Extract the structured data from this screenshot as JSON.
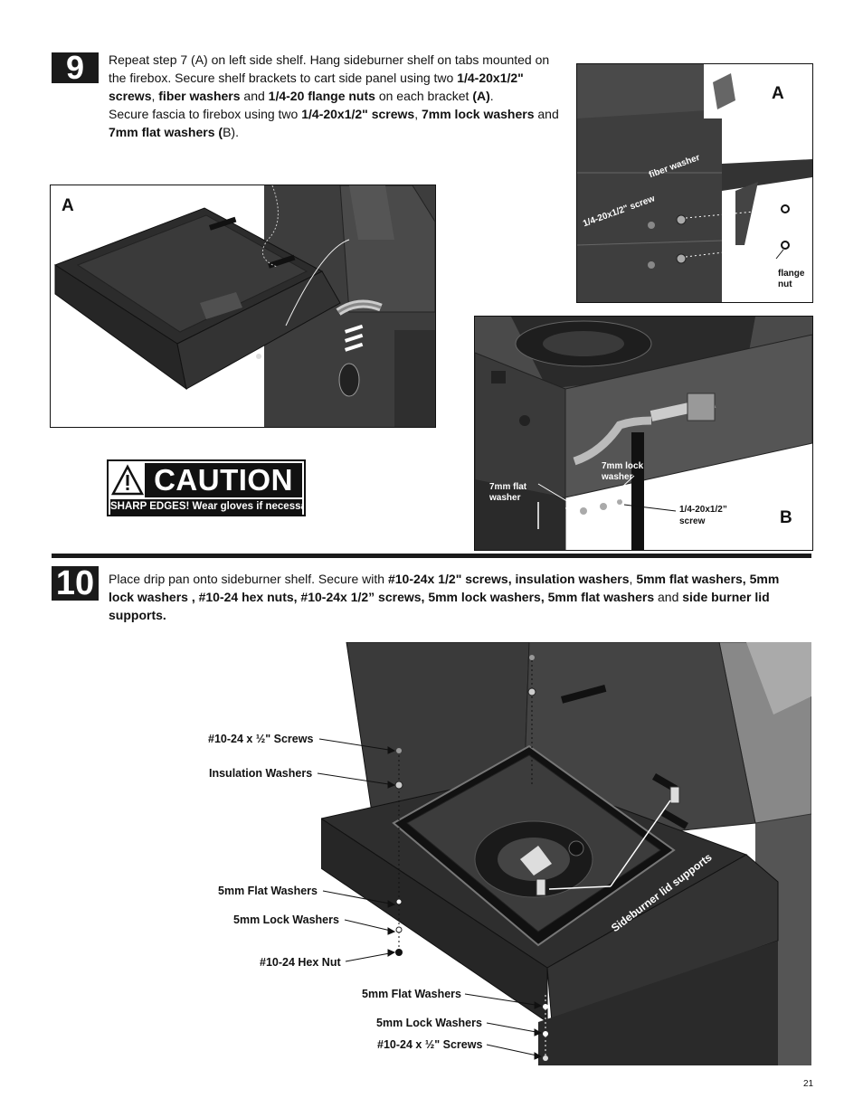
{
  "step9": {
    "number": "9",
    "text_lines": [
      [
        {
          "t": "Repeat step 7 (A) on left side shelf. Hang sideburner shelf on tabs mounted on",
          "b": false
        }
      ],
      [
        {
          "t": "the firebox.  Secure shelf brackets to cart side panel using two ",
          "b": false
        },
        {
          "t": "1/4-20x1/2\"",
          "b": true
        }
      ],
      [
        {
          "t": "screws",
          "b": true
        },
        {
          "t": ", ",
          "b": false
        },
        {
          "t": "fiber washers",
          "b": true
        },
        {
          "t": " and ",
          "b": false
        },
        {
          "t": "1/4-20 flange nuts",
          "b": true
        },
        {
          "t": " on each bracket ",
          "b": false
        },
        {
          "t": "(A)",
          "b": true
        },
        {
          "t": ".",
          "b": false
        }
      ],
      [
        {
          "t": "Secure fascia to firebox using two ",
          "b": false
        },
        {
          "t": "1/4-20x1/2\" screws",
          "b": true
        },
        {
          "t": ", ",
          "b": false
        },
        {
          "t": "7mm lock washers",
          "b": true
        },
        {
          "t": " and",
          "b": false
        }
      ],
      [
        {
          "t": "7mm flat washers (",
          "b": true
        },
        {
          "t": "B).",
          "b": false
        }
      ]
    ],
    "figure_a_left": {
      "letter": "A"
    },
    "figure_a_right": {
      "letter": "A",
      "fiber_washer": "fiber washer",
      "screw": "1/4-20x1/2\" screw",
      "flange_nut_1": "flange",
      "flange_nut_2": "nut"
    },
    "figure_b": {
      "letter": "B",
      "lock_washer_1": "7mm lock",
      "lock_washer_2": "washer",
      "flat_washer_1": "7mm flat",
      "flat_washer_2": "washer",
      "screw_1": "1/4-20x1/2”",
      "screw_2": "screw"
    },
    "caution": {
      "title": "CAUTION",
      "message": "SHARP EDGES! Wear gloves if necessary."
    }
  },
  "step10": {
    "number": "10",
    "text_lines": [
      [
        {
          "t": "Place drip pan onto sideburner shelf.  Secure with  ",
          "b": false
        },
        {
          "t": "#10-24x 1/2\" screws, insulation washers",
          "b": true
        },
        {
          "t": ", ",
          "b": false
        },
        {
          "t": "5mm flat washers, 5mm",
          "b": true
        }
      ],
      [
        {
          "t": "lock washers , #10-24 hex nuts,  #10-24x 1/2” screws, 5mm lock washers, 5mm flat washers",
          "b": true
        },
        {
          "t": " and ",
          "b": false
        },
        {
          "t": "side burner lid",
          "b": true
        }
      ],
      [
        {
          "t": "supports.",
          "b": true
        }
      ]
    ],
    "callouts": {
      "screws_top": "#10-24 x ½\" Screws",
      "insulation_washers": "Insulation Washers",
      "flat_washers_left": "5mm Flat Washers",
      "lock_washers_left": "5mm Lock Washers",
      "hex_nut": "#10-24 Hex Nut",
      "flat_washers_bottom": "5mm Flat Washers",
      "lock_washers_bottom": "5mm Lock Washers",
      "screws_bottom": "#10-24 x ½\" Screws",
      "lid_supports": "Sideburner lid supports"
    }
  },
  "page_number": "21"
}
